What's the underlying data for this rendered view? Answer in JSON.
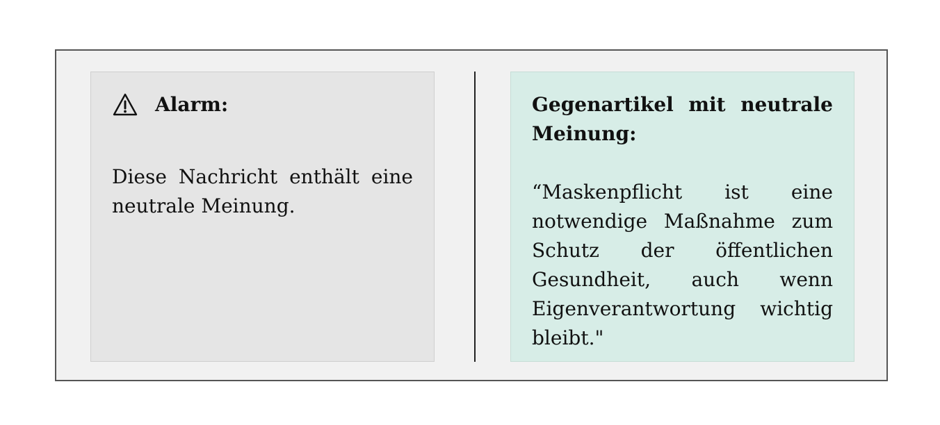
{
  "alert_panel": {
    "icon": "warning-triangle-icon",
    "heading": "Alarm:",
    "message": "Diese Nachricht enthält eine neutrale Meinung."
  },
  "counter_panel": {
    "heading": "Gegenartikel mit neutrale Meinung:",
    "quote": "“Maskenpflicht ist eine notwendige Maßnahme zum Schutz der öffentlichen Gesundheit, auch wenn Eigenverantwortung wichtig bleibt.\""
  },
  "colors": {
    "frame_background": "#f1f1f1",
    "alert_background": "#e5e5e5",
    "counter_background": "#d7ede7",
    "border": "#555555",
    "divider": "#222222"
  }
}
